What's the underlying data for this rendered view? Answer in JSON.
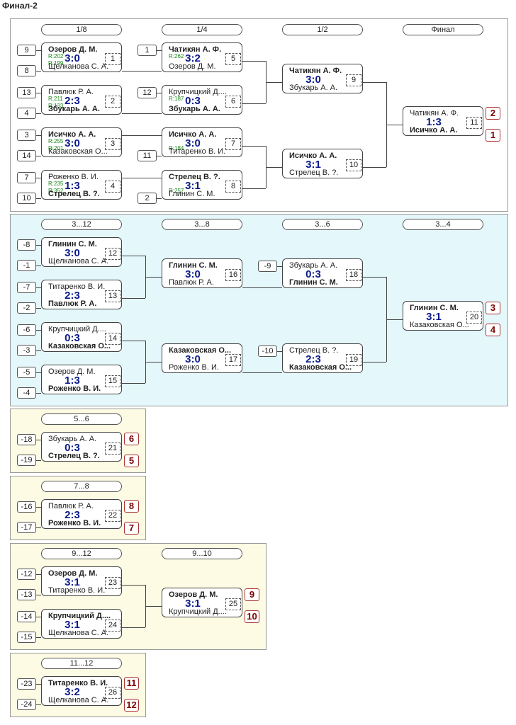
{
  "title": "Финал-2",
  "rounds": {
    "r8": "1/8",
    "r4": "1/4",
    "r2": "1/2",
    "final": "Финал",
    "r3_12": "3...12",
    "r3_8": "3...8",
    "r3_6": "3...6",
    "r3_4": "3...4",
    "r5_6": "5...6",
    "r7_8": "7...8",
    "r9_12": "9...12",
    "r9_10": "9...10",
    "r11_12": "11...12"
  },
  "matches": {
    "m1": {
      "top": "Озеров Д. М.",
      "bottom": "Щелканова С. А.",
      "score": "3:0",
      "num": "1",
      "rt": "R:202",
      "rb": "R:199"
    },
    "m2": {
      "top": "Павлюк Р. А.",
      "bottom": "Збукарь А. А.",
      "score": "2:3",
      "num": "2",
      "rt": "R:211",
      "rb": "R:133"
    },
    "m3": {
      "top": "Исичко А. А.",
      "bottom": "Казаковская О...",
      "score": "3:0",
      "num": "3",
      "rt": "R:255",
      "rb": "R:201"
    },
    "m4": {
      "top": "Роженко В. И.",
      "bottom": "Стрелец В. ?.",
      "score": "1:3",
      "num": "4",
      "rt": "R:235",
      "rb": "R:352"
    },
    "m5": {
      "top": "Чатикян А. Ф.",
      "bottom": "Озеров Д. М.",
      "score": "3:2",
      "num": "5",
      "rt": "R:262"
    },
    "m6": {
      "top": "Крупчицкий Д....",
      "bottom": "Збукарь А. А.",
      "score": "0:3",
      "num": "6",
      "rt": "R:187"
    },
    "m7": {
      "top": "Исичко А. А.",
      "bottom": "Титаренко В. И.",
      "score": "3:0",
      "num": "7",
      "rt": "R:184"
    },
    "m8": {
      "top": "Стрелец В. ?.",
      "bottom": "Глинин С. М.",
      "score": "3:1",
      "num": "8",
      "rt": "R:257"
    },
    "m9": {
      "top": "Чатикян А. Ф.",
      "bottom": "Збукарь А. А.",
      "score": "3:0",
      "num": "9"
    },
    "m10": {
      "top": "Исичко А. А.",
      "bottom": "Стрелец В. ?.",
      "score": "3:1",
      "num": "10"
    },
    "m11": {
      "top": "Чатикян А. Ф.",
      "bottom": "Исичко А. А.",
      "score": "1:3",
      "num": "11"
    },
    "m12": {
      "top": "Глинин С. М.",
      "bottom": "Щелканова С. А.",
      "score": "3:0",
      "num": "12"
    },
    "m13": {
      "top": "Титаренко В. И.",
      "bottom": "Павлюк Р. А.",
      "score": "2:3",
      "num": "13"
    },
    "m14": {
      "top": "Крупчицкий Д....",
      "bottom": "Казаковская О...",
      "score": "0:3",
      "num": "14"
    },
    "m15": {
      "top": "Озеров Д. М.",
      "bottom": "Роженко В. И.",
      "score": "1:3",
      "num": "15"
    },
    "m16": {
      "top": "Глинин С. М.",
      "bottom": "Павлюк Р. А.",
      "score": "3:0",
      "num": "16"
    },
    "m17": {
      "top": "Казаковская О...",
      "bottom": "Роженко В. И.",
      "score": "3:0",
      "num": "17"
    },
    "m18": {
      "top": "Збукарь А. А.",
      "bottom": "Глинин С. М.",
      "score": "0:3",
      "num": "18"
    },
    "m19": {
      "top": "Стрелец В. ?.",
      "bottom": "Казаковская О...",
      "score": "2:3",
      "num": "19"
    },
    "m20": {
      "top": "Глинин С. М.",
      "bottom": "Казаковская О...",
      "score": "3:1",
      "num": "20"
    },
    "m21": {
      "top": "Збукарь А. А.",
      "bottom": "Стрелец В. ?.",
      "score": "0:3",
      "num": "21"
    },
    "m22": {
      "top": "Павлюк Р. А.",
      "bottom": "Роженко В. И.",
      "score": "2:3",
      "num": "22"
    },
    "m23": {
      "top": "Озеров Д. М.",
      "bottom": "Титаренко В. И.",
      "score": "3:1",
      "num": "23"
    },
    "m24": {
      "top": "Крупчицкий Д....",
      "bottom": "Щелканова С. А.",
      "score": "3:1",
      "num": "24"
    },
    "m25": {
      "top": "Озеров Д. М.",
      "bottom": "Крупчицкий Д....",
      "score": "3:1",
      "num": "25"
    },
    "m26": {
      "top": "Титаренко В. И.",
      "bottom": "Щелканова С. А.",
      "score": "3:2",
      "num": "26"
    }
  },
  "seeds": {
    "s1": "9",
    "s2": "8",
    "s3": "13",
    "s4": "4",
    "s5": "3",
    "s6": "14",
    "s7": "7",
    "s8": "10",
    "s9": "1",
    "s10": "12",
    "s11": "11",
    "s12": "2",
    "s13": "-8",
    "s14": "-1",
    "s15": "-7",
    "s16": "-2",
    "s17": "-6",
    "s18": "-3",
    "s19": "-5",
    "s20": "-4",
    "s21": "-9",
    "s22": "-10",
    "s23": "-18",
    "s24": "-19",
    "s25": "-16",
    "s26": "-17",
    "s27": "-12",
    "s28": "-13",
    "s29": "-14",
    "s30": "-15",
    "s31": "-23",
    "s32": "-24"
  },
  "places": {
    "p1": "2",
    "p2": "1",
    "p3": "3",
    "p4": "4",
    "p5": "6",
    "p6": "5",
    "p7": "8",
    "p8": "7",
    "p9": "9",
    "p10": "10",
    "p11": "11",
    "p12": "12"
  },
  "colors": {
    "score": "#0a1a8a",
    "rating": "#1a8a1a",
    "place": "#7a0000",
    "panel_blue": "#e4f7fa",
    "panel_yellow": "#fdfbe3"
  }
}
